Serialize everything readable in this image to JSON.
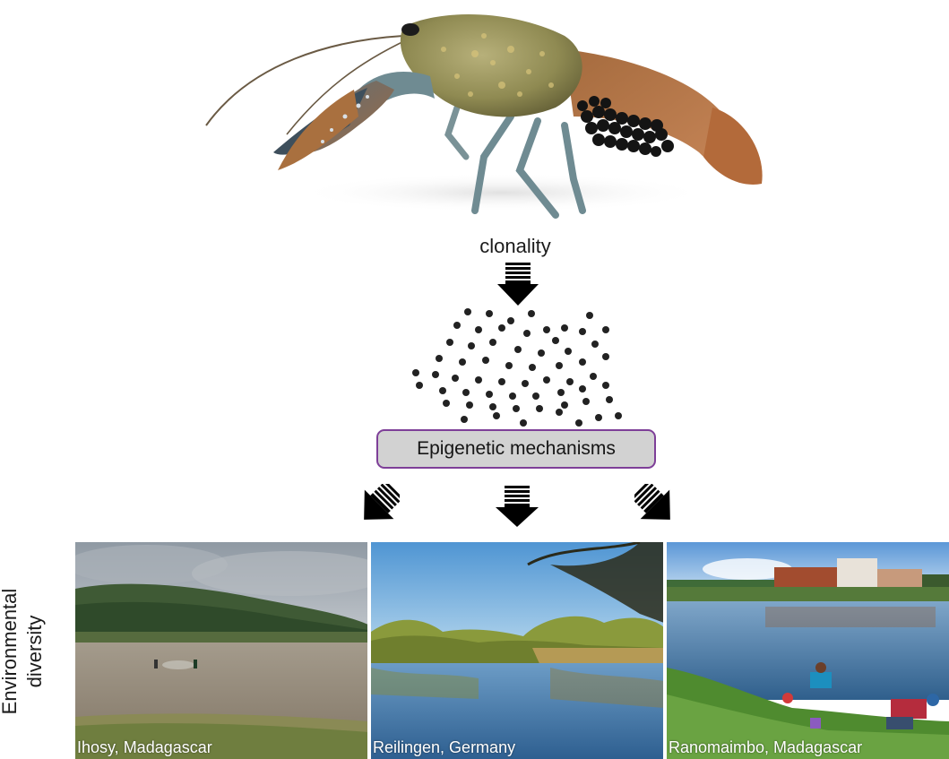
{
  "flow": {
    "step_top": "clonality",
    "mechanism_box": "Epigenetic mechanisms"
  },
  "side_label": {
    "line1": "Environmental",
    "line2": "diversity"
  },
  "photos": [
    {
      "caption": "Ihosy, Madagascar"
    },
    {
      "caption": "Reilingen, Germany"
    },
    {
      "caption": "Ranomaimbo, Madagascar"
    }
  ],
  "colors": {
    "box_fill": "#d2d2d2",
    "box_border": "#7e3f98",
    "arrow": "#000000",
    "dots": "#222222"
  }
}
